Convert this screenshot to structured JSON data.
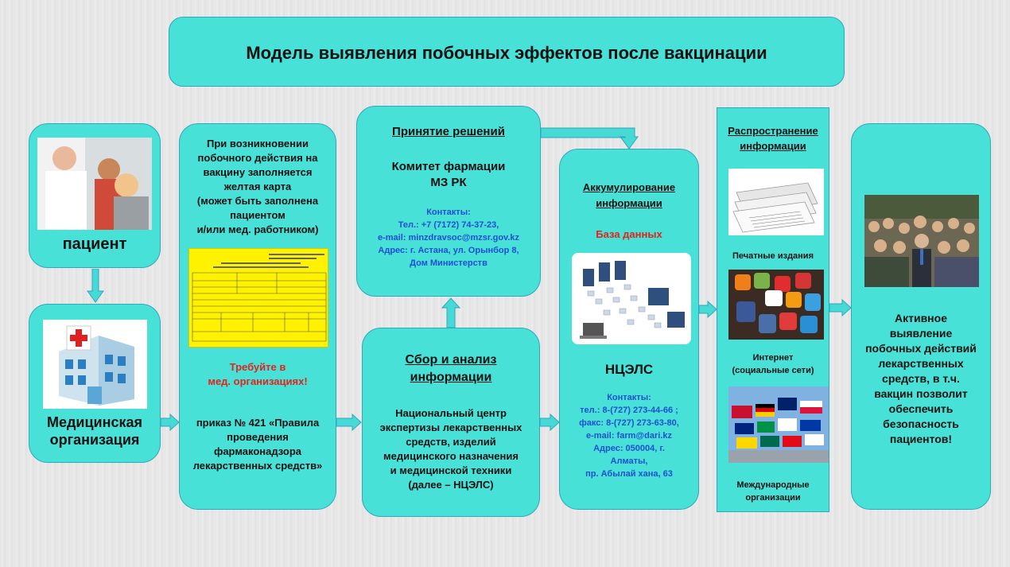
{
  "title": "Модель выявления побочных эффектов после вакцинации",
  "patient": {
    "label": "пациент"
  },
  "med_org": {
    "label_1": "Медицинская",
    "label_2": "организация"
  },
  "yellow_card": {
    "line1": "При возникновении",
    "line2": "побочного действия на",
    "line3": "вакцину заполняется",
    "line4": "желтая карта",
    "line5": "(может быть заполнена",
    "line6": "пациентом",
    "line7": "и/или мед. работником)",
    "demand_1": "Требуйте в",
    "demand_2": "мед. организациях!",
    "order_1": "приказ № 421 «Правила",
    "order_2": "проведения",
    "order_3": "фармаконадзора",
    "order_4": "лекарственных средств»"
  },
  "decisions": {
    "heading": "Принятие  решений",
    "org_1": "Комитет фармации",
    "org_2": "МЗ РК",
    "contacts_label": "Контакты:",
    "phone": "Тел.:  +7 (7172) 74-37-23,",
    "email": "e-mail: minzdravsoc@mzsr.gov.kz",
    "address_1": "Адрес: г. Астана, ул. Орынбор 8,",
    "address_2": "Дом Министерств"
  },
  "collection": {
    "heading_1": "Сбор и анализ",
    "heading_2": "информации",
    "line1": "Национальный центр",
    "line2": "экспертизы лекарственных",
    "line3": "средств, изделий",
    "line4": "медицинского назначения",
    "line5": "и медицинской техники",
    "line6": "(далее – НЦЭЛС)"
  },
  "accumulation": {
    "heading_1": "Аккумулирование",
    "heading_2": "информации",
    "database": "База данных",
    "org": "НЦЭЛС",
    "contacts_label": "Контакты:",
    "phone": "тел.: 8-(727) 273-44-66 ;",
    "fax": "факс: 8-(727) 273-63-80,",
    "email": "e-mail: farm@dari.kz",
    "address_1": "Адрес: 050004, г.",
    "address_2": "Алматы,",
    "address_3": "пр. Абылай хана, 63"
  },
  "distribution": {
    "heading_1": "Распространение",
    "heading_2": "информации",
    "print": "Печатные издания",
    "internet_1": "Интернет",
    "internet_2": "(социальные сети)",
    "intl_1": "Международные",
    "intl_2": "организации"
  },
  "result": {
    "line1": "Активное",
    "line2": "выявление",
    "line3": "побочных действий",
    "line4": "лекарственных",
    "line5": "средств, в т.ч.",
    "line6": "вакцин позволит",
    "line7": "обеспечить",
    "line8": "безопасность",
    "line9": "пациентов!"
  },
  "colors": {
    "box_fill": "#47e1d8",
    "box_border": "#2fa8bb",
    "arrow_fill": "#47d9d6",
    "contact_blue": "#1f4fd1",
    "alert_red": "#e3241b",
    "card_yellow": "#fff200"
  }
}
